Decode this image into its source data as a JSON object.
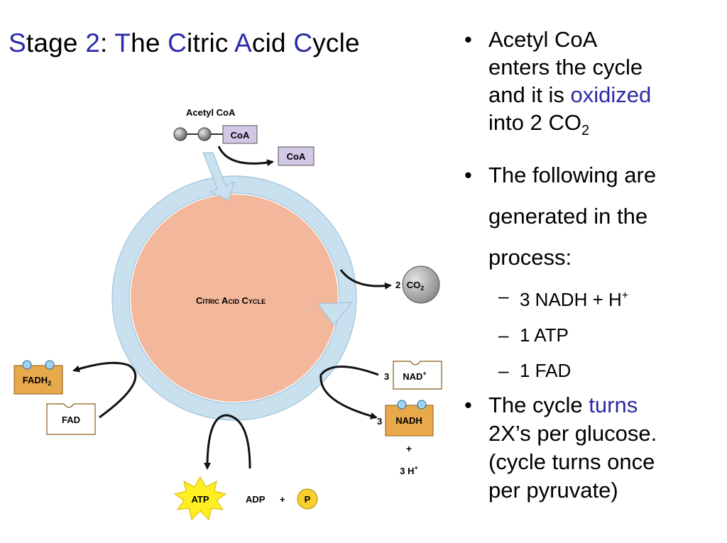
{
  "title": {
    "s": "S",
    "tage": "tage ",
    "two": "2",
    "colon": ": ",
    "t": "T",
    "he": "he ",
    "c": "C",
    "itric": "itric ",
    "a": "A",
    "cid": "cid ",
    "c2": "C",
    "ycle": "ycle"
  },
  "bullets": {
    "b1_line1": "Acetyl CoA",
    "b1_line2": "enters the cycle",
    "b1_line3a": "and it is ",
    "b1_line3_hl": "oxidized",
    "b1_line4": "into 2 CO",
    "b1_line4_sub": "2",
    "b2_line1": "The following are",
    "b2_line2": "generated in the",
    "b2_line3": "process:",
    "sub1": "3 NADH + H",
    "sub1_sup": "+",
    "sub2": "1 ATP",
    "sub3": "1 FAD",
    "b3_line1a": "The cycle ",
    "b3_line1_hl": "turns",
    "b3_line2": "2X’s per glucose.",
    "b3_line3": "(cycle turns once",
    "b3_line4": "per pyruvate)"
  },
  "diagram": {
    "acetyl_coa_label": "Acetyl CoA",
    "coa_label": "CoA",
    "coa_out_label": "CoA",
    "cycle_label": "Citric Acid Cycle",
    "co2_count": "2",
    "co2_label": "CO",
    "co2_sub": "2",
    "fadh2_label": "FADH",
    "fadh2_sub": "2",
    "fad_label": "FAD",
    "nad_count": "3",
    "nad_label": "NAD",
    "nad_sup": "+",
    "nadh_count": "3",
    "nadh_label": "NADH",
    "plus_label": "+",
    "h_label": "3 H",
    "h_sup": "+",
    "atp_label": "ATP",
    "adp_label": "ADP",
    "adp_plus": "+",
    "p_label": "P"
  },
  "colors": {
    "accent": "#2b2ba6",
    "cycle_fill": "#f3b79c",
    "cycle_ring": "#c9e0ee",
    "coa_box": "#d3c7e6",
    "carrier_box": "#e8a94a",
    "atp_burst": "#ffee22",
    "phosphate": "#f7cf2e",
    "co2_ball": "#a9a9a9"
  }
}
